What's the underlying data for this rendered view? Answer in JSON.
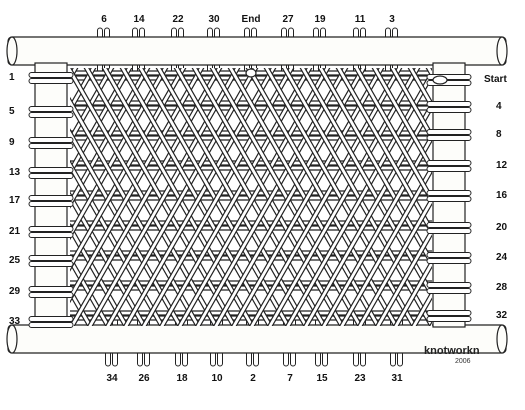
{
  "labels": {
    "top": [
      "6",
      "14",
      "22",
      "30",
      "End",
      "27",
      "19",
      "11",
      "3"
    ],
    "bottom": [
      "34",
      "26",
      "18",
      "10",
      "2",
      "7",
      "15",
      "23",
      "31"
    ],
    "left": [
      "1",
      "5",
      "9",
      "13",
      "17",
      "21",
      "25",
      "29",
      "33"
    ],
    "right": [
      "Start",
      "4",
      "8",
      "12",
      "16",
      "20",
      "24",
      "28",
      "32"
    ]
  },
  "watermark": {
    "name": "knotworkn",
    "year": "2006"
  },
  "colors": {
    "ink": "#222222",
    "paper": "#ffffff",
    "cord_fill": "#ffffff",
    "bar_fill": "#fdfdfa"
  }
}
